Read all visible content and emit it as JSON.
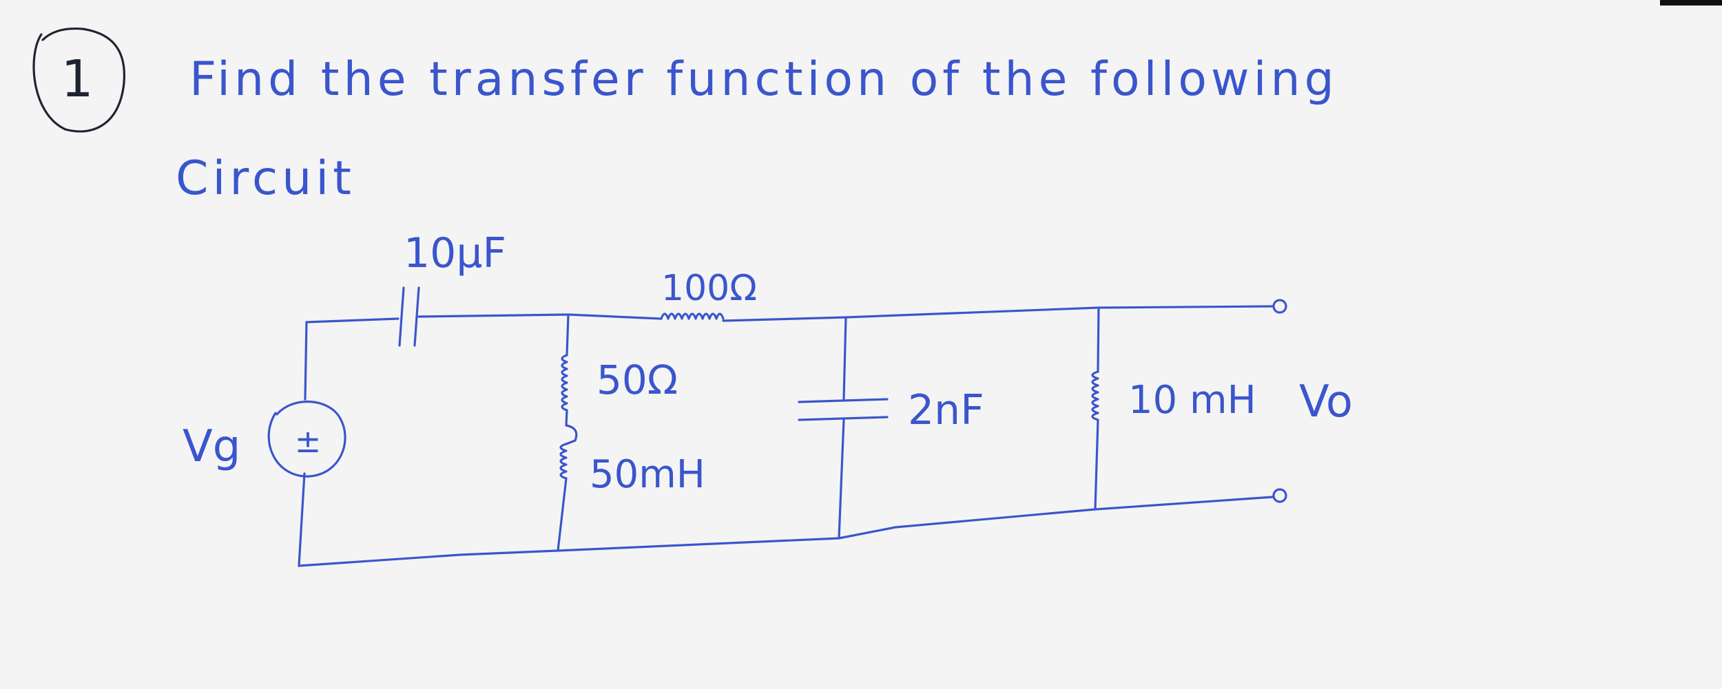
{
  "problem": {
    "number": "1",
    "line1": "Find the transfer function of the following",
    "line2": "Circuit"
  },
  "circuit": {
    "source_label": "Vg",
    "source_symbol": "±",
    "capacitor_series": "10μF",
    "resistor_series": "100Ω",
    "resistor_shunt": "50Ω",
    "inductor_shunt": "50mH",
    "capacitor_shunt": "2nF",
    "inductor_out": "10 mH",
    "output_label": "Vo"
  },
  "colors": {
    "ink": "#3a56cc",
    "paper": "#f4f4f4",
    "dark_ink": "#1f2433"
  }
}
